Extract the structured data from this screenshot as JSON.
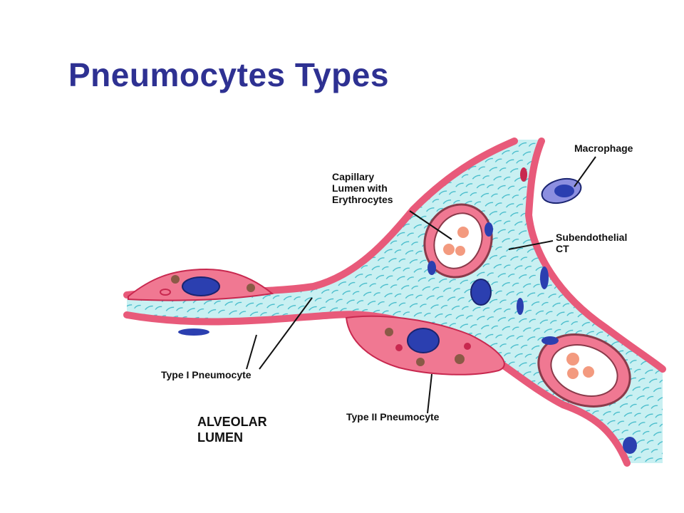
{
  "slide": {
    "title": "Pneumocytes Types"
  },
  "labels": {
    "macrophage": "Macrophage",
    "capillary": "Capillary\nLumen with\nErythrocytes",
    "subendothelial": "Subendothelial\nCT",
    "type1": "Type I Pneumocyte",
    "type2": "Type II Pneumocyte",
    "alveolar": "ALVEOLAR\nLUMEN"
  },
  "colors": {
    "title": "#2e3192",
    "epithelium": "#e85a7a",
    "connective": "#c9f0f2",
    "fiber": "#2fb3c4",
    "nucleus": "#2b3fb0",
    "erythrocyte": "#f39a7f",
    "granule": "#8a5a46"
  }
}
